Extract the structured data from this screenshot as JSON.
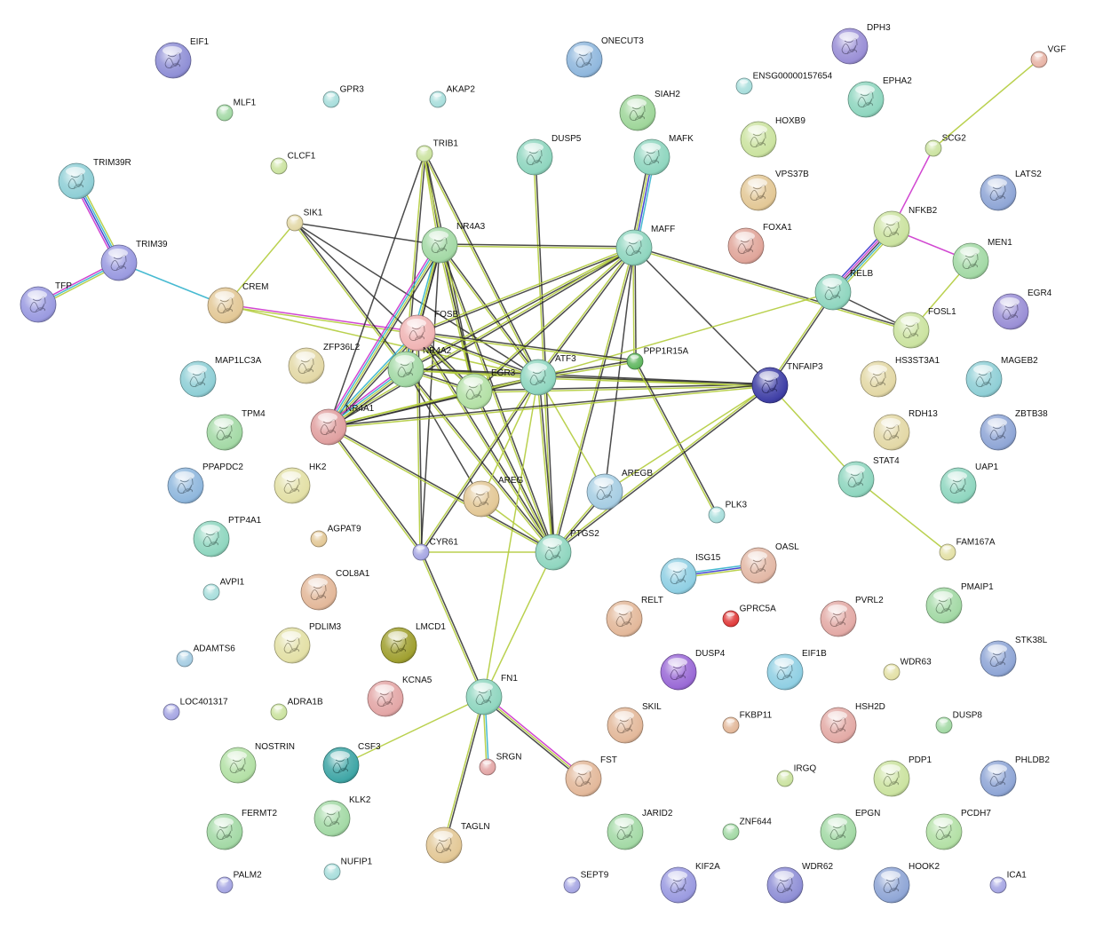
{
  "nodes": [
    {
      "id": "EIF1",
      "color": "#8f8fd6",
      "structure": true
    },
    {
      "id": "MLF1",
      "color": "#a3d9a5",
      "structure": false
    },
    {
      "id": "GPR3",
      "color": "#a8dedc",
      "structure": false
    },
    {
      "id": "AKAP2",
      "color": "#a8dedc",
      "structure": false
    },
    {
      "id": "ONECUT3",
      "color": "#8fb7dd",
      "structure": true
    },
    {
      "id": "DPH3",
      "color": "#9a8fd6",
      "structure": true
    },
    {
      "id": "VGF",
      "color": "#e8b4a6",
      "structure": false
    },
    {
      "id": "ENSG00000157654",
      "color": "#a8dedc",
      "structure": false
    },
    {
      "id": "EPHA2",
      "color": "#8fd6bf",
      "structure": true
    },
    {
      "id": "SIAH2",
      "color": "#9fd69a",
      "structure": true
    },
    {
      "id": "HOXB9",
      "color": "#cbe3a0",
      "structure": true
    },
    {
      "id": "TRIM39R",
      "color": "#8fcfd6",
      "structure": true
    },
    {
      "id": "CLCF1",
      "color": "#cbe3a0",
      "structure": false
    },
    {
      "id": "TRIB1",
      "color": "#cbe3a0",
      "structure": false
    },
    {
      "id": "DUSP5",
      "color": "#8fd6bf",
      "structure": true
    },
    {
      "id": "MAFK",
      "color": "#8fd6bf",
      "structure": true
    },
    {
      "id": "SCG2",
      "color": "#cbe3a0",
      "structure": false
    },
    {
      "id": "VPS37B",
      "color": "#e3c896",
      "structure": true
    },
    {
      "id": "LATS2",
      "color": "#8fa6d6",
      "structure": true
    },
    {
      "id": "SIK1",
      "color": "#e3d8a6",
      "structure": false
    },
    {
      "id": "NR4A3",
      "color": "#a3d9a5",
      "structure": true
    },
    {
      "id": "MAFF",
      "color": "#8fd6bf",
      "structure": true
    },
    {
      "id": "NFKB2",
      "color": "#cbe3a0",
      "structure": true
    },
    {
      "id": "FOXA1",
      "color": "#e0a59a",
      "structure": true
    },
    {
      "id": "TRIM39",
      "color": "#9a9ae0",
      "structure": true
    },
    {
      "id": "MEN1",
      "color": "#a3d9a5",
      "structure": true
    },
    {
      "id": "TFP",
      "color": "#9a9ae0",
      "structure": true
    },
    {
      "id": "CREM",
      "color": "#e3c896",
      "structure": true
    },
    {
      "id": "RELB",
      "color": "#8fd6bf",
      "structure": true
    },
    {
      "id": "EGR4",
      "color": "#9a8fd6",
      "structure": true
    },
    {
      "id": "FOSB",
      "color": "#f0b4b4",
      "structure": true
    },
    {
      "id": "FOSL1",
      "color": "#cbe3a0",
      "structure": true
    },
    {
      "id": "ZFP36L2",
      "color": "#e3d8a6",
      "structure": true
    },
    {
      "id": "NR4A2",
      "color": "#a3d9a5",
      "structure": true
    },
    {
      "id": "PPP1R15A",
      "color": "#5fb65f",
      "structure": false
    },
    {
      "id": "MAP1LC3A",
      "color": "#8fcfd6",
      "structure": true
    },
    {
      "id": "EGR3",
      "color": "#b3e0a5",
      "structure": true
    },
    {
      "id": "ATF3",
      "color": "#8fd6bf",
      "structure": true
    },
    {
      "id": "TNFAIP3",
      "color": "#3f3fa6",
      "structure": true
    },
    {
      "id": "HS3ST3A1",
      "color": "#e3d8a6",
      "structure": true
    },
    {
      "id": "MAGEB2",
      "color": "#8fcfd6",
      "structure": true
    },
    {
      "id": "NR4A1",
      "color": "#e0a0a0",
      "structure": true
    },
    {
      "id": "TPM4",
      "color": "#a3d9a5",
      "structure": true
    },
    {
      "id": "RDH13",
      "color": "#e3d8a6",
      "structure": true
    },
    {
      "id": "ZBTB38",
      "color": "#8fa6d6",
      "structure": true
    },
    {
      "id": "PPAPDC2",
      "color": "#8fb7dd",
      "structure": true
    },
    {
      "id": "HK2",
      "color": "#e3e0a6",
      "structure": true
    },
    {
      "id": "AREGB",
      "color": "#a6cde3",
      "structure": true
    },
    {
      "id": "STAT4",
      "color": "#8fd6bf",
      "structure": true
    },
    {
      "id": "UAP1",
      "color": "#8fd6bf",
      "structure": true
    },
    {
      "id": "AREG",
      "color": "#e3c896",
      "structure": true
    },
    {
      "id": "PLK3",
      "color": "#a8dedc",
      "structure": false
    },
    {
      "id": "PTP4A1",
      "color": "#8fd6bf",
      "structure": true
    },
    {
      "id": "AGPAT9",
      "color": "#e3c896",
      "structure": false
    },
    {
      "id": "CYR61",
      "color": "#a6a6e3",
      "structure": false
    },
    {
      "id": "PTGS2",
      "color": "#8fd6bf",
      "structure": true
    },
    {
      "id": "FAM167A",
      "color": "#e3e0a6",
      "structure": false
    },
    {
      "id": "ISG15",
      "color": "#8fcfe3",
      "structure": true
    },
    {
      "id": "OASL",
      "color": "#e3b8a6",
      "structure": true
    },
    {
      "id": "AVPI1",
      "color": "#a8dedc",
      "structure": false
    },
    {
      "id": "COL8A1",
      "color": "#e3b89a",
      "structure": true
    },
    {
      "id": "RELT",
      "color": "#e3b89a",
      "structure": true
    },
    {
      "id": "GPRC5A",
      "color": "#e03a3a",
      "structure": false
    },
    {
      "id": "PVRL2",
      "color": "#e3aaa6",
      "structure": true
    },
    {
      "id": "PMAIP1",
      "color": "#a3d9a5",
      "structure": true
    },
    {
      "id": "ADAMTS6",
      "color": "#a6cde3",
      "structure": false
    },
    {
      "id": "PDLIM3",
      "color": "#e3e0a6",
      "structure": true
    },
    {
      "id": "LMCD1",
      "color": "#a0a030",
      "structure": true
    },
    {
      "id": "DUSP4",
      "color": "#9a6ad6",
      "structure": true
    },
    {
      "id": "EIF1B",
      "color": "#8fcfe3",
      "structure": true
    },
    {
      "id": "WDR63",
      "color": "#e3e0a6",
      "structure": false
    },
    {
      "id": "STK38L",
      "color": "#8fa6d6",
      "structure": true
    },
    {
      "id": "FN1",
      "color": "#8fd6bf",
      "structure": true
    },
    {
      "id": "LOC401317",
      "color": "#a6a6e3",
      "structure": false
    },
    {
      "id": "ADRA1B",
      "color": "#cbe3a0",
      "structure": false
    },
    {
      "id": "KCNA5",
      "color": "#e3a6a6",
      "structure": true
    },
    {
      "id": "SKIL",
      "color": "#e3b89a",
      "structure": true
    },
    {
      "id": "FKBP11",
      "color": "#e3b89a",
      "structure": false
    },
    {
      "id": "HSH2D",
      "color": "#e3aaa6",
      "structure": true
    },
    {
      "id": "DUSP8",
      "color": "#a3d9a5",
      "structure": false
    },
    {
      "id": "NOSTRIN",
      "color": "#b3e0a5",
      "structure": true
    },
    {
      "id": "CSF3",
      "color": "#3fa6a6",
      "structure": true
    },
    {
      "id": "SRGN",
      "color": "#e3a6a6",
      "structure": false
    },
    {
      "id": "FST",
      "color": "#e3b89a",
      "structure": true
    },
    {
      "id": "IRGQ",
      "color": "#cbe3a0",
      "structure": false
    },
    {
      "id": "PDP1",
      "color": "#cbe3a0",
      "structure": true
    },
    {
      "id": "PHLDB2",
      "color": "#8fa6d6",
      "structure": true
    },
    {
      "id": "FERMT2",
      "color": "#a3d9a5",
      "structure": true
    },
    {
      "id": "KLK2",
      "color": "#a3d9a5",
      "structure": true
    },
    {
      "id": "TAGLN",
      "color": "#e3c896",
      "structure": true
    },
    {
      "id": "JARID2",
      "color": "#a3d9a5",
      "structure": true
    },
    {
      "id": "ZNF644",
      "color": "#a3d9a5",
      "structure": false
    },
    {
      "id": "EPGN",
      "color": "#a3d9a5",
      "structure": true
    },
    {
      "id": "PCDH7",
      "color": "#b3e0a5",
      "structure": true
    },
    {
      "id": "PALM2",
      "color": "#a6a6e3",
      "structure": false
    },
    {
      "id": "NUFIP1",
      "color": "#a8dedc",
      "structure": false
    },
    {
      "id": "SEPT9",
      "color": "#a6a6e3",
      "structure": false
    },
    {
      "id": "KIF2A",
      "color": "#9a9ae0",
      "structure": true
    },
    {
      "id": "WDR62",
      "color": "#8f8fd6",
      "structure": true
    },
    {
      "id": "HOOK2",
      "color": "#8fa6d6",
      "structure": true
    },
    {
      "id": "ICA1",
      "color": "#a6a6e3",
      "structure": false
    }
  ],
  "edge_colors": {
    "coexpression": "#2b2b2b",
    "textmining": "#b3cc3c",
    "experiments": "#cc33cc",
    "databases": "#33b3cc",
    "cooccurrence": "#3333cc"
  },
  "edges": [
    {
      "source": "TRIM39R",
      "target": "TRIM39",
      "types": [
        "textmining",
        "databases",
        "cooccurrence",
        "experiments"
      ]
    },
    {
      "source": "TRIM39",
      "target": "TFP",
      "types": [
        "textmining",
        "databases",
        "experiments"
      ]
    },
    {
      "source": "TRIM39",
      "target": "CREM",
      "types": [
        "databases"
      ]
    },
    {
      "source": "VGF",
      "target": "SCG2",
      "types": [
        "textmining"
      ]
    },
    {
      "source": "SCG2",
      "target": "NFKB2",
      "types": [
        "experiments"
      ]
    },
    {
      "source": "NFKB2",
      "target": "MEN1",
      "types": [
        "experiments"
      ]
    },
    {
      "source": "NFKB2",
      "target": "RELB",
      "types": [
        "textmining",
        "databases",
        "coexpression",
        "experiments",
        "cooccurrence"
      ]
    },
    {
      "source": "MEN1",
      "target": "FOSL1",
      "types": [
        "textmining"
      ]
    },
    {
      "source": "MAFK",
      "target": "MAFF",
      "types": [
        "databases",
        "cooccurrence",
        "textmining",
        "coexpression"
      ]
    },
    {
      "source": "ISG15",
      "target": "OASL",
      "types": [
        "databases",
        "cooccurrence",
        "textmining"
      ]
    },
    {
      "source": "CREM",
      "target": "FOSB",
      "types": [
        "experiments",
        "textmining"
      ]
    },
    {
      "source": "CREM",
      "target": "SIK1",
      "types": [
        "textmining"
      ]
    },
    {
      "source": "CREM",
      "target": "ATF3",
      "types": [
        "textmining"
      ]
    },
    {
      "source": "SIK1",
      "target": "NR4A2",
      "types": [
        "coexpression",
        "textmining"
      ]
    },
    {
      "source": "SIK1",
      "target": "NR4A3",
      "types": [
        "coexpression"
      ]
    },
    {
      "source": "SIK1",
      "target": "EGR3",
      "types": [
        "coexpression"
      ]
    },
    {
      "source": "SIK1",
      "target": "ATF3",
      "types": [
        "coexpression"
      ]
    },
    {
      "source": "TRIB1",
      "target": "NR4A2",
      "types": [
        "coexpression",
        "textmining"
      ]
    },
    {
      "source": "TRIB1",
      "target": "NR4A3",
      "types": [
        "coexpression",
        "textmining"
      ]
    },
    {
      "source": "TRIB1",
      "target": "EGR3",
      "types": [
        "coexpression",
        "textmining"
      ]
    },
    {
      "source": "TRIB1",
      "target": "ATF3",
      "types": [
        "coexpression",
        "textmining"
      ]
    },
    {
      "source": "TRIB1",
      "target": "NR4A1",
      "types": [
        "coexpression"
      ]
    },
    {
      "source": "DUSP5",
      "target": "PTGS2",
      "types": [
        "coexpression",
        "textmining"
      ]
    },
    {
      "source": "NR4A3",
      "target": "FOSB",
      "types": [
        "coexpression",
        "textmining"
      ]
    },
    {
      "source": "NR4A3",
      "target": "NR4A2",
      "types": [
        "coexpression",
        "textmining",
        "databases"
      ]
    },
    {
      "source": "NR4A3",
      "target": "NR4A1",
      "types": [
        "coexpression",
        "textmining",
        "databases",
        "experiments"
      ]
    },
    {
      "source": "NR4A3",
      "target": "EGR3",
      "types": [
        "coexpression",
        "textmining"
      ]
    },
    {
      "source": "NR4A3",
      "target": "ATF3",
      "types": [
        "coexpression",
        "textmining"
      ]
    },
    {
      "source": "NR4A3",
      "target": "MAFF",
      "types": [
        "coexpression",
        "textmining"
      ]
    },
    {
      "source": "NR4A3",
      "target": "PTGS2",
      "types": [
        "coexpression",
        "textmining"
      ]
    },
    {
      "source": "NR4A3",
      "target": "CYR61",
      "types": [
        "coexpression"
      ]
    },
    {
      "source": "MAFF",
      "target": "FOSB",
      "types": [
        "coexpression",
        "textmining"
      ]
    },
    {
      "source": "MAFF",
      "target": "NR4A2",
      "types": [
        "coexpression",
        "textmining"
      ]
    },
    {
      "source": "MAFF",
      "target": "NR4A1",
      "types": [
        "coexpression",
        "textmining"
      ]
    },
    {
      "source": "MAFF",
      "target": "EGR3",
      "types": [
        "coexpression",
        "textmining"
      ]
    },
    {
      "source": "MAFF",
      "target": "ATF3",
      "types": [
        "coexpression",
        "textmining"
      ]
    },
    {
      "source": "MAFF",
      "target": "PPP1R15A",
      "types": [
        "coexpression",
        "textmining"
      ]
    },
    {
      "source": "MAFF",
      "target": "TNFAIP3",
      "types": [
        "coexpression"
      ]
    },
    {
      "source": "MAFF",
      "target": "FOSL1",
      "types": [
        "coexpression",
        "textmining"
      ]
    },
    {
      "source": "MAFF",
      "target": "PTGS2",
      "types": [
        "coexpression",
        "textmining"
      ]
    },
    {
      "source": "MAFF",
      "target": "AREGB",
      "types": [
        "coexpression"
      ]
    },
    {
      "source": "RELB",
      "target": "TNFAIP3",
      "types": [
        "coexpression",
        "textmining"
      ]
    },
    {
      "source": "RELB",
      "target": "ATF3",
      "types": [
        "textmining"
      ]
    },
    {
      "source": "RELB",
      "target": "FOSL1",
      "types": [
        "coexpression"
      ]
    },
    {
      "source": "FOSB",
      "target": "NR4A2",
      "types": [
        "coexpression",
        "textmining"
      ]
    },
    {
      "source": "FOSB",
      "target": "NR4A1",
      "types": [
        "coexpression",
        "textmining",
        "databases"
      ]
    },
    {
      "source": "FOSB",
      "target": "EGR3",
      "types": [
        "coexpression",
        "textmining"
      ]
    },
    {
      "source": "FOSB",
      "target": "ATF3",
      "types": [
        "coexpression",
        "textmining"
      ]
    },
    {
      "source": "FOSB",
      "target": "PPP1R15A",
      "types": [
        "coexpression",
        "textmining"
      ]
    },
    {
      "source": "FOSB",
      "target": "PTGS2",
      "types": [
        "coexpression",
        "textmining"
      ]
    },
    {
      "source": "FOSB",
      "target": "CYR61",
      "types": [
        "coexpression",
        "textmining"
      ]
    },
    {
      "source": "NR4A2",
      "target": "NR4A1",
      "types": [
        "coexpression",
        "textmining",
        "databases",
        "experiments"
      ]
    },
    {
      "source": "NR4A2",
      "target": "EGR3",
      "types": [
        "coexpression",
        "textmining"
      ]
    },
    {
      "source": "NR4A2",
      "target": "ATF3",
      "types": [
        "coexpression",
        "textmining"
      ]
    },
    {
      "source": "NR4A2",
      "target": "PTGS2",
      "types": [
        "coexpression",
        "textmining"
      ]
    },
    {
      "source": "NR4A2",
      "target": "AREG",
      "types": [
        "coexpression"
      ]
    },
    {
      "source": "NR4A2",
      "target": "TNFAIP3",
      "types": [
        "coexpression",
        "textmining"
      ]
    },
    {
      "source": "EGR3",
      "target": "ATF3",
      "types": [
        "coexpression",
        "textmining"
      ]
    },
    {
      "source": "EGR3",
      "target": "NR4A1",
      "types": [
        "coexpression",
        "textmining"
      ]
    },
    {
      "source": "EGR3",
      "target": "PTGS2",
      "types": [
        "coexpression",
        "textmining"
      ]
    },
    {
      "source": "EGR3",
      "target": "TNFAIP3",
      "types": [
        "coexpression",
        "textmining"
      ]
    },
    {
      "source": "ATF3",
      "target": "NR4A1",
      "types": [
        "coexpression",
        "textmining"
      ]
    },
    {
      "source": "ATF3",
      "target": "PPP1R15A",
      "types": [
        "coexpression",
        "textmining"
      ]
    },
    {
      "source": "ATF3",
      "target": "TNFAIP3",
      "types": [
        "coexpression",
        "textmining"
      ]
    },
    {
      "source": "ATF3",
      "target": "PTGS2",
      "types": [
        "coexpression",
        "textmining"
      ]
    },
    {
      "source": "ATF3",
      "target": "AREG",
      "types": [
        "textmining"
      ]
    },
    {
      "source": "ATF3",
      "target": "AREGB",
      "types": [
        "textmining"
      ]
    },
    {
      "source": "ATF3",
      "target": "CYR61",
      "types": [
        "coexpression",
        "textmining"
      ]
    },
    {
      "source": "ATF3",
      "target": "FN1",
      "types": [
        "textmining"
      ]
    },
    {
      "source": "PPP1R15A",
      "target": "PLK3",
      "types": [
        "coexpression",
        "textmining"
      ]
    },
    {
      "source": "NR4A1",
      "target": "TNFAIP3",
      "types": [
        "coexpression",
        "textmining"
      ]
    },
    {
      "source": "NR4A1",
      "target": "PTGS2",
      "types": [
        "coexpression",
        "textmining"
      ]
    },
    {
      "source": "NR4A1",
      "target": "CYR61",
      "types": [
        "coexpression",
        "textmining"
      ]
    },
    {
      "source": "TNFAIP3",
      "target": "PTGS2",
      "types": [
        "coexpression",
        "textmining"
      ]
    },
    {
      "source": "TNFAIP3",
      "target": "STAT4",
      "types": [
        "textmining"
      ]
    },
    {
      "source": "TNFAIP3",
      "target": "AREGB",
      "types": [
        "textmining"
      ]
    },
    {
      "source": "STAT4",
      "target": "FAM167A",
      "types": [
        "textmining"
      ]
    },
    {
      "source": "AREGB",
      "target": "PTGS2",
      "types": [
        "coexpression",
        "textmining"
      ]
    },
    {
      "source": "AREG",
      "target": "PTGS2",
      "types": [
        "textmining"
      ]
    },
    {
      "source": "CYR61",
      "target": "PTGS2",
      "types": [
        "textmining"
      ]
    },
    {
      "source": "CYR61",
      "target": "FN1",
      "types": [
        "coexpression",
        "textmining"
      ]
    },
    {
      "source": "PTGS2",
      "target": "FN1",
      "types": [
        "textmining"
      ]
    },
    {
      "source": "FN1",
      "target": "CSF3",
      "types": [
        "textmining"
      ]
    },
    {
      "source": "FN1",
      "target": "SRGN",
      "types": [
        "databases",
        "textmining"
      ]
    },
    {
      "source": "FN1",
      "target": "FST",
      "types": [
        "experiments",
        "textmining",
        "coexpression"
      ]
    },
    {
      "source": "FN1",
      "target": "TAGLN",
      "types": [
        "coexpression",
        "textmining"
      ]
    }
  ]
}
